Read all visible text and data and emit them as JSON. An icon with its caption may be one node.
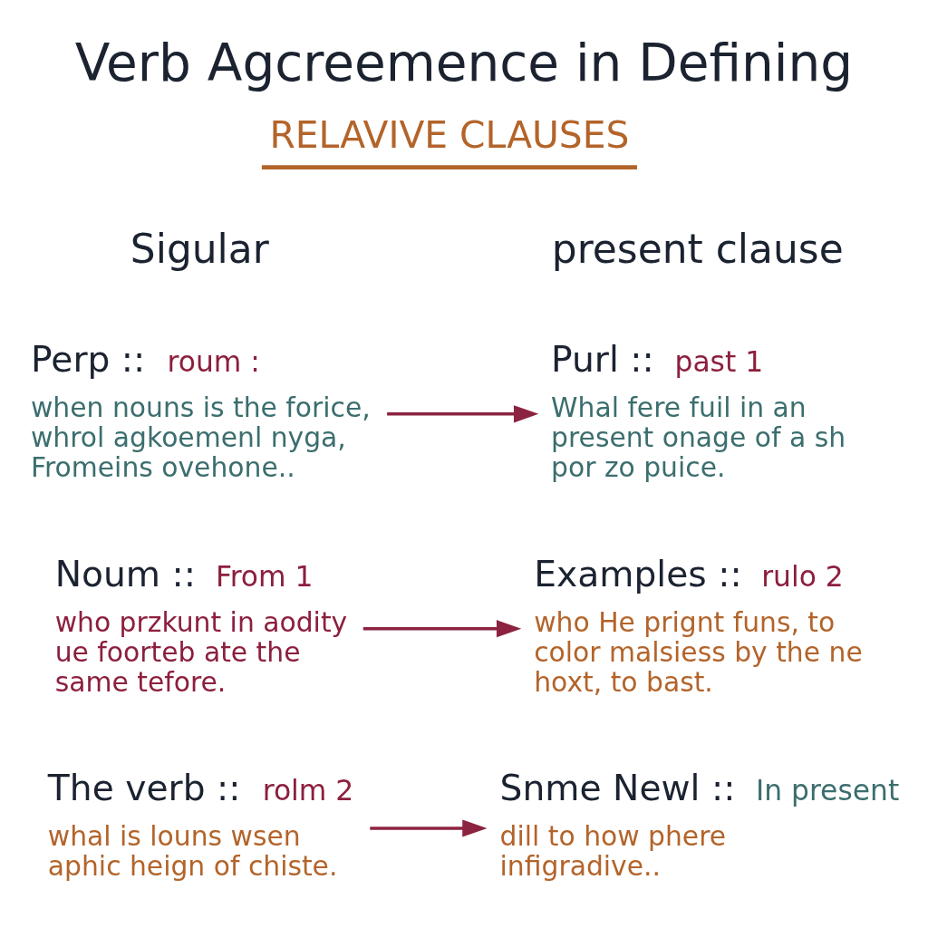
{
  "diagram": {
    "title": "Verb Agcreemence in Defining",
    "nodes": [
      {
        "text": [
          "Perp ::",
          "roum :",
          "when nouns is the forice, whrol agkoemenl nyga, Fromeins ovehone.."
        ]
      },
      {
        "text": [
          "Purl ::",
          "past 1",
          "Whal fere fuil in an present onage of a sh por zo puice."
        ]
      },
      {
        "text": [
          "Noum ::",
          "From 1",
          "who przkunt in aodity ue foorteb ate the same tefore."
        ]
      },
      {
        "text": [
          "Examples ::",
          "rulo 2",
          "who He prignt funs, to color malsiess by the ne hoxt, to bast."
        ]
      },
      {
        "text": [
          "The verb ::",
          "rolm 2",
          "whal is louns wsen aphic heign of chiste."
        ]
      },
      {
        "text": [
          "Snme Newl ::",
          "In present",
          "dill to how phere infigradive.."
        ]
      }
    ],
    "edges": [
      {
        "from": 0,
        "to": 1,
        "arrow": "to"
      },
      {
        "from": 2,
        "to": 3,
        "arrow": "to"
      },
      {
        "from": 4,
        "to": 5,
        "arrow": "to"
      }
    ],
    "labels": [
      "RELAVIVE CLAUSES",
      "Sigular",
      "present clause"
    ]
  }
}
